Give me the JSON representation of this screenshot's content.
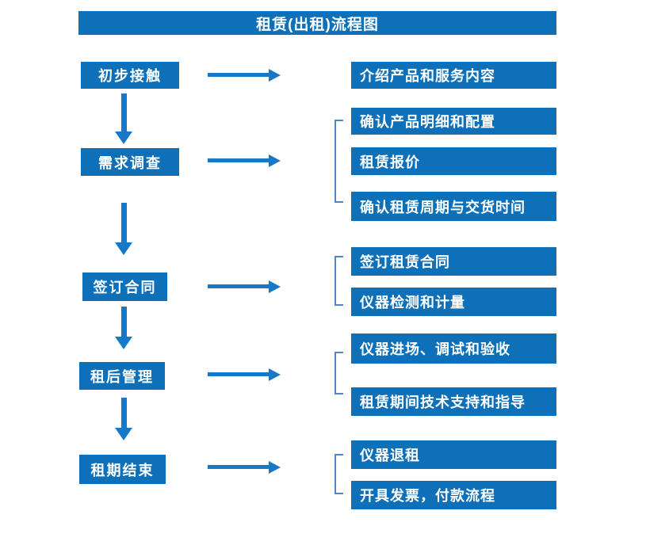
{
  "title": "租赁(出租)流程图",
  "colors": {
    "box_blue": "#0E70B8",
    "arrow_blue": "#1778C8",
    "bracket_blue": "#4F86C6",
    "text_white": "#FFFFFF",
    "background": "#FFFFFF"
  },
  "flow": {
    "steps": [
      {
        "label": "初步接触",
        "details": [
          "介绍产品和服务内容"
        ]
      },
      {
        "label": "需求调查",
        "details": [
          "确认产品明细和配置",
          "租赁报价",
          "确认租赁周期与交货时间"
        ]
      },
      {
        "label": "签订合同",
        "details": [
          "签订租赁合同",
          "仪器检测和计量"
        ]
      },
      {
        "label": "租后管理",
        "details": [
          "仪器进场、调试和验收",
          "租赁期间技术支持和指导"
        ]
      },
      {
        "label": "租期结束",
        "details": [
          "仪器退租",
          "开具发票，付款流程"
        ]
      }
    ]
  }
}
